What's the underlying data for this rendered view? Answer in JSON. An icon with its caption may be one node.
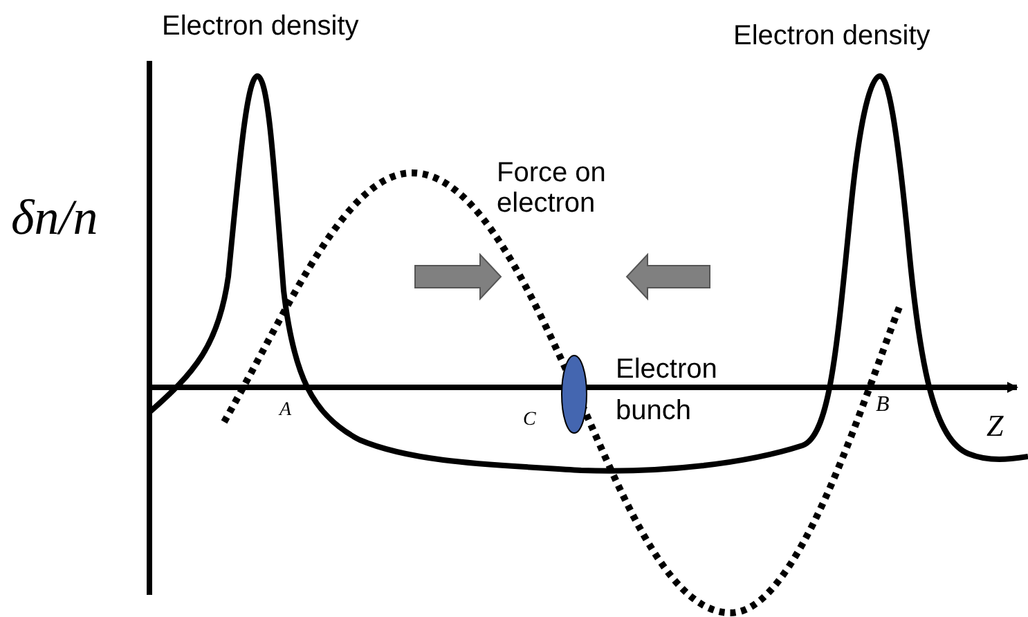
{
  "diagram": {
    "labels": [
      "Electron density",
      "Electron density",
      "δn/n",
      "Force on electron",
      "Electron bunch",
      "A",
      "C",
      "B",
      "Z"
    ]
  }
}
